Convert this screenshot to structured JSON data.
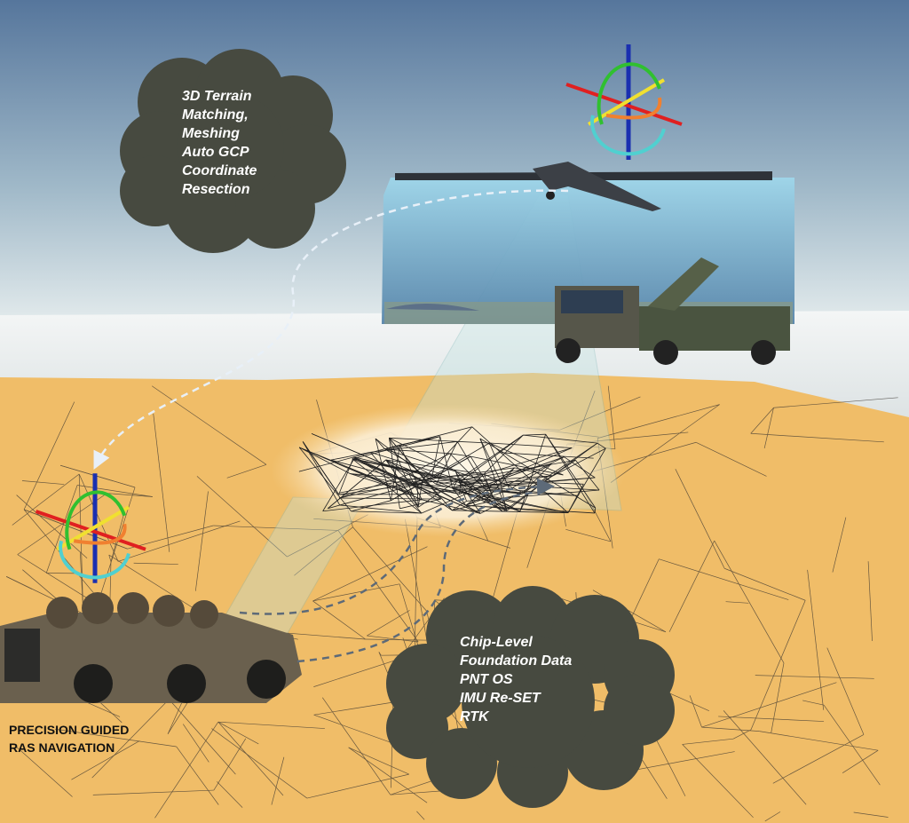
{
  "clouds": {
    "top": {
      "lines": [
        "3D Terrain",
        "Matching,",
        "Meshing",
        "Auto GCP",
        "Coordinate",
        "Resection"
      ]
    },
    "bottom": {
      "lines": [
        "Chip-Level",
        "Foundation Data",
        "PNT OS",
        "IMU Re-SET",
        "RTK"
      ]
    }
  },
  "caption": {
    "line1": "PRECISION GUIDED",
    "line2": "RAS  NAVIGATION"
  },
  "colors": {
    "sky_top": "#5a7aa0",
    "sky_bottom": "#e8eef2",
    "terrain": "#f0bd68",
    "cloud": "#474a40",
    "mesh": "#3a3530"
  }
}
